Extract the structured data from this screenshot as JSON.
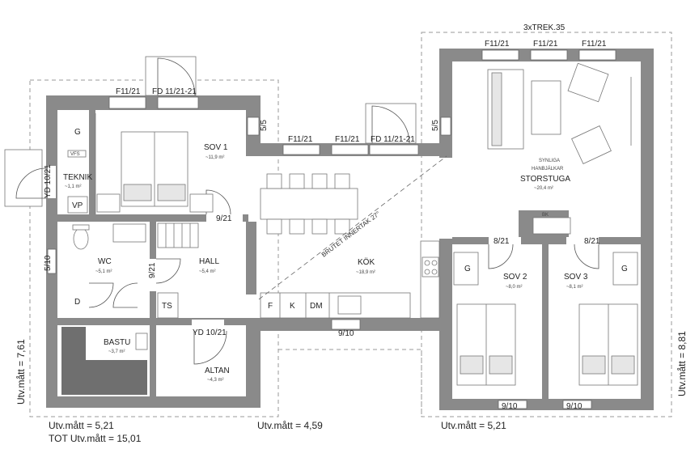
{
  "window_labels": {
    "top_right": "3xTREK.35",
    "sov1_top_a": "F11/21",
    "sov1_top_b": "FD 11/21-21",
    "kok_top_a": "F11/21",
    "kok_top_b": "F11/21",
    "kok_top_c": "FD 11/21-21",
    "stor_top_a": "F11/21",
    "stor_top_b": "F11/21",
    "stor_top_c": "F11/21",
    "sov1_side": "5/5",
    "kok_side": "5/5",
    "teknik_door": "YD 10/21",
    "wc_side": "5/10",
    "altan_door": "YD 10/21",
    "kok_bottom": "9/10",
    "sov2_bottom": "9/10",
    "sov3_bottom": "9/10",
    "hall_door": "9/21",
    "hall_side": "9/21",
    "sov2_door": "8/21",
    "sov3_door": "8/21"
  },
  "rooms": {
    "sov1": {
      "name": "SOV 1",
      "area": "~11,9 m²"
    },
    "teknik": {
      "name": "TEKNIK",
      "area": "~1,1 m²"
    },
    "wc": {
      "name": "WC",
      "area": "~5,1 m²"
    },
    "hall": {
      "name": "HALL",
      "area": "~5,4 m²"
    },
    "bastu": {
      "name": "BASTU",
      "area": "~3,7 m²"
    },
    "altan": {
      "name": "ALTAN",
      "area": "~4,3 m²"
    },
    "kok": {
      "name": "KÖK",
      "area": "~18,9 m²"
    },
    "storstuga": {
      "line1": "SYNLIGA",
      "line2": "HANBJÄLKAR",
      "name": "STORSTUGA",
      "area": "~20,4 m²"
    },
    "sov2": {
      "name": "SOV 2",
      "area": "~8,0 m²"
    },
    "sov3": {
      "name": "SOV 3",
      "area": "~8,1 m²"
    }
  },
  "fixtures": {
    "g1": "G",
    "vp": "VP",
    "vfs": "VFS",
    "d": "D",
    "ts": "TS",
    "f": "F",
    "k": "K",
    "dm": "DM",
    "bk": "BK",
    "g2": "G",
    "g3": "G",
    "ceiling_note": "BRUTET INNERTAK 27°"
  },
  "dimensions": {
    "left_height": "Utv.mått = 7,61",
    "right_height": "Utv.mått = 8,81",
    "bottom_left": "Utv.mått = 5,21",
    "bottom_mid": "Utv.mått = 4,59",
    "bottom_right": "Utv.mått = 5,21",
    "total": "TOT Utv.mått = 15,01"
  }
}
